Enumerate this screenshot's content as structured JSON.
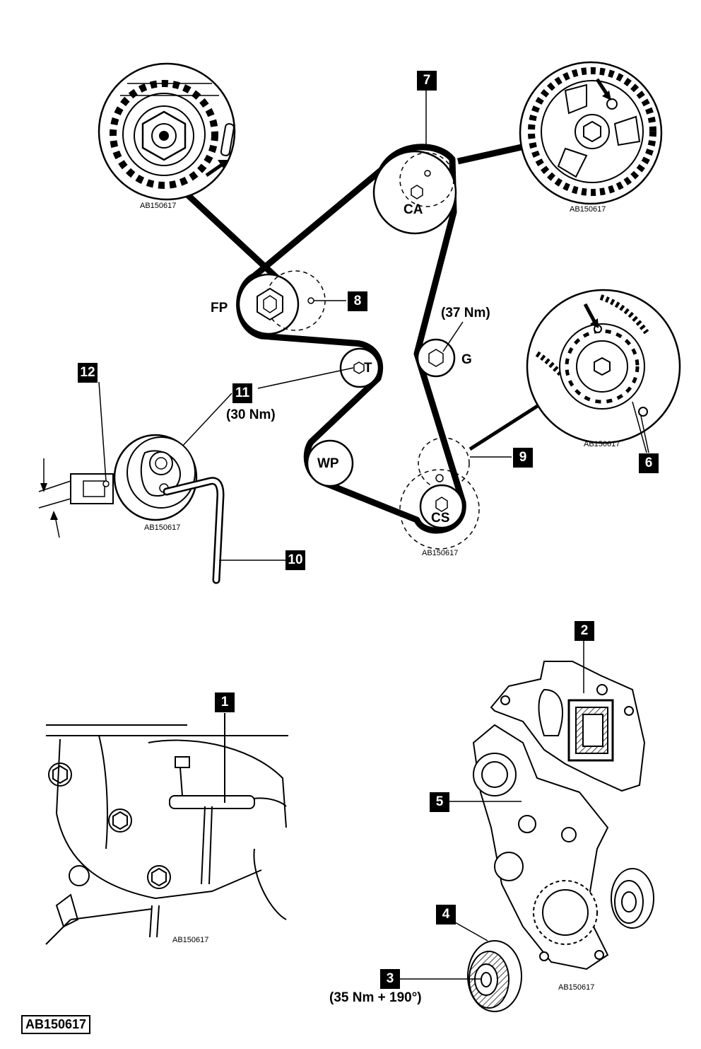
{
  "figure_ref": "AB150617",
  "sub_refs": [
    "AB150617",
    "AB150617",
    "AB150617",
    "AB150617",
    "AB150617",
    "AB150617",
    "AB150617"
  ],
  "callouts": {
    "c1": "1",
    "c2": "2",
    "c3": "3",
    "c4": "4",
    "c5": "5",
    "c6": "6",
    "c7": "7",
    "c8": "8",
    "c9": "9",
    "c10": "10",
    "c11": "11",
    "c12": "12"
  },
  "pulleys": {
    "ca": "CA",
    "fp": "FP",
    "t": "T",
    "g": "G",
    "wp": "WP",
    "cs": "CS"
  },
  "torques": {
    "g": "(37 Nm)",
    "t": "(30 Nm)",
    "cs": "(35 Nm + 190°)"
  }
}
